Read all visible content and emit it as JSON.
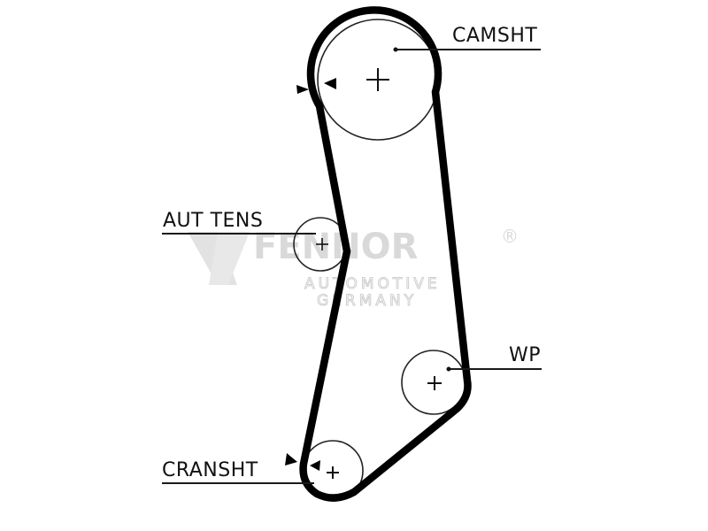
{
  "diagram": {
    "labels": {
      "camshaft": "CAMSHT",
      "tensioner": "AUT TENS",
      "water_pump": "WP",
      "crankshaft": "CRANSHT"
    },
    "colors": {
      "belt": "#000000",
      "line": "#1a1a1a",
      "watermark": "#d9d9d9"
    }
  },
  "watermark": {
    "brand": "FENNOR",
    "line1": "AUTOMOTIVE",
    "line2": "GERMANY",
    "registered": "®"
  }
}
